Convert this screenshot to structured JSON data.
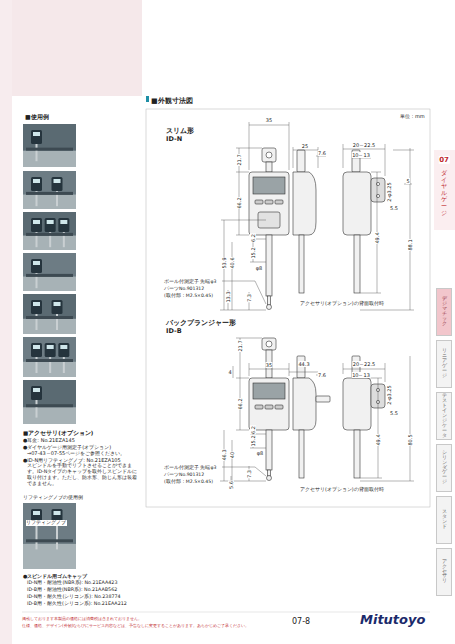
{
  "diagram": {
    "nodes": [
      {
        "text": [
          "デジマチック"
        ]
      },
      {
        "text": [
          "リニアゲージ"
        ]
      },
      {
        "text": [
          "テストインジケータ"
        ]
      },
      {
        "text": [
          "シリンダゲージ"
        ]
      },
      {
        "text": [
          "スタンド"
        ]
      },
      {
        "text": [
          "アクセサリ"
        ]
      }
    ],
    "labels": [
      "■使用例",
      "■外観寸法図",
      "単位：mm",
      "スリム形",
      "ID-N",
      "35",
      "25",
      "7.6",
      "20～22.5",
      "10～13",
      "21.7",
      "66.2",
      "6.2",
      "15.2",
      "φ8",
      "40.6",
      "53.9",
      "13.3",
      "7.3",
      "2-φ3.25",
      "5.5",
      "5",
      "49.4",
      "88.1",
      "ボール付測定子 先端φ3",
      "パーツNo.901312",
      "(取付部：M2.5×0.45)",
      "アクセサリ(オプション)の背面取付時",
      "バックプランジャー形",
      "ID-B",
      "21.7",
      "4",
      "35",
      "44.3",
      "7.6",
      "20～22.5",
      "10～13",
      "66.2",
      "6.2",
      "15.2",
      "φ8",
      "40",
      "46.3",
      "5.6",
      "7.3",
      "2-φ3.25",
      "5.5",
      "49.4",
      "80.5",
      "ボール付測定子 先端φ3",
      "パーツNo.901312",
      "(取付部：M2.5×0.45)",
      "アクセサリ(オプション)の背面取付時",
      "■アクセサリ(オプション)",
      "●耳金: No.21EZA145",
      "●ダイヤルゲージ用測定子(オプション)",
      "→07-43～07-55ページをご参照ください。",
      "●ID-N用リフティングノブ: No.21EZA105",
      "スピンドルを手動でリフトさせることができます。ID-Nタイプのキャップを取外しスピンドルに取り付けます。ただし、防水形、防じん形は装着できません。",
      "リフティングノブの使用例",
      "リフティングノブ",
      "●スピンドル用ゴムキャップ",
      "ID-N用・耐油性(NBR系): No.21EAA423",
      "ID-B用・耐油性(NBR系): No.21AAB562",
      "ID-N用・耐久性(シリコン系): No.238774",
      "ID-B用・耐久性(シリコン系): No.21EAA212",
      "掲載しております本製品の価格には消費税は含まれておりません。",
      "仕様、価格、デザイン(外観)ならびにサービス内容などは、予告なしに変更することがあります。あらかじめご了承ください。",
      "07-8",
      "Mitutoyo",
      "07",
      "ダイヤルゲージ"
    ]
  }
}
